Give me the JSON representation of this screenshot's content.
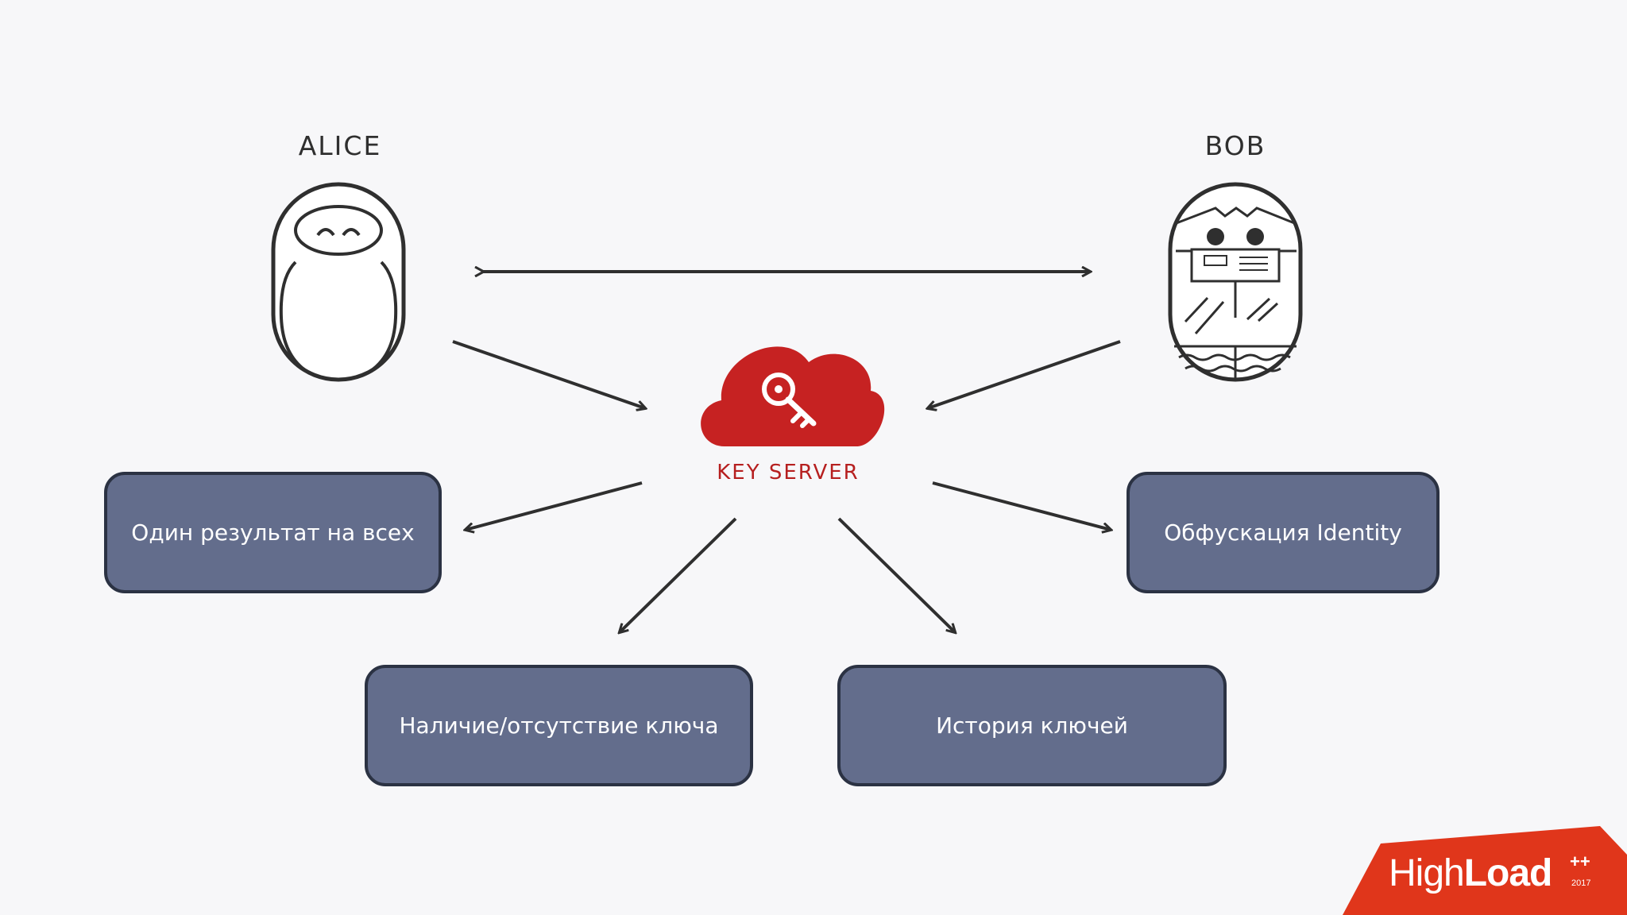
{
  "nodes": {
    "alice": "ALICE",
    "bob": "BOB",
    "key_server": "KEY SERVER"
  },
  "boxes": {
    "one_result": "Один результат на всех",
    "obfuscation": "Обфускация Identity",
    "presence": "Наличие/отсутствие ключа",
    "history": "История ключей"
  },
  "brand": {
    "name_light": "High",
    "name_bold": "Load",
    "superscript": "++",
    "year": "2017"
  },
  "colors": {
    "background": "#f7f7f9",
    "box_fill": "#636d8c",
    "box_border": "#2b3243",
    "key_server_red": "#c62222",
    "brand_red": "#e0361b"
  }
}
